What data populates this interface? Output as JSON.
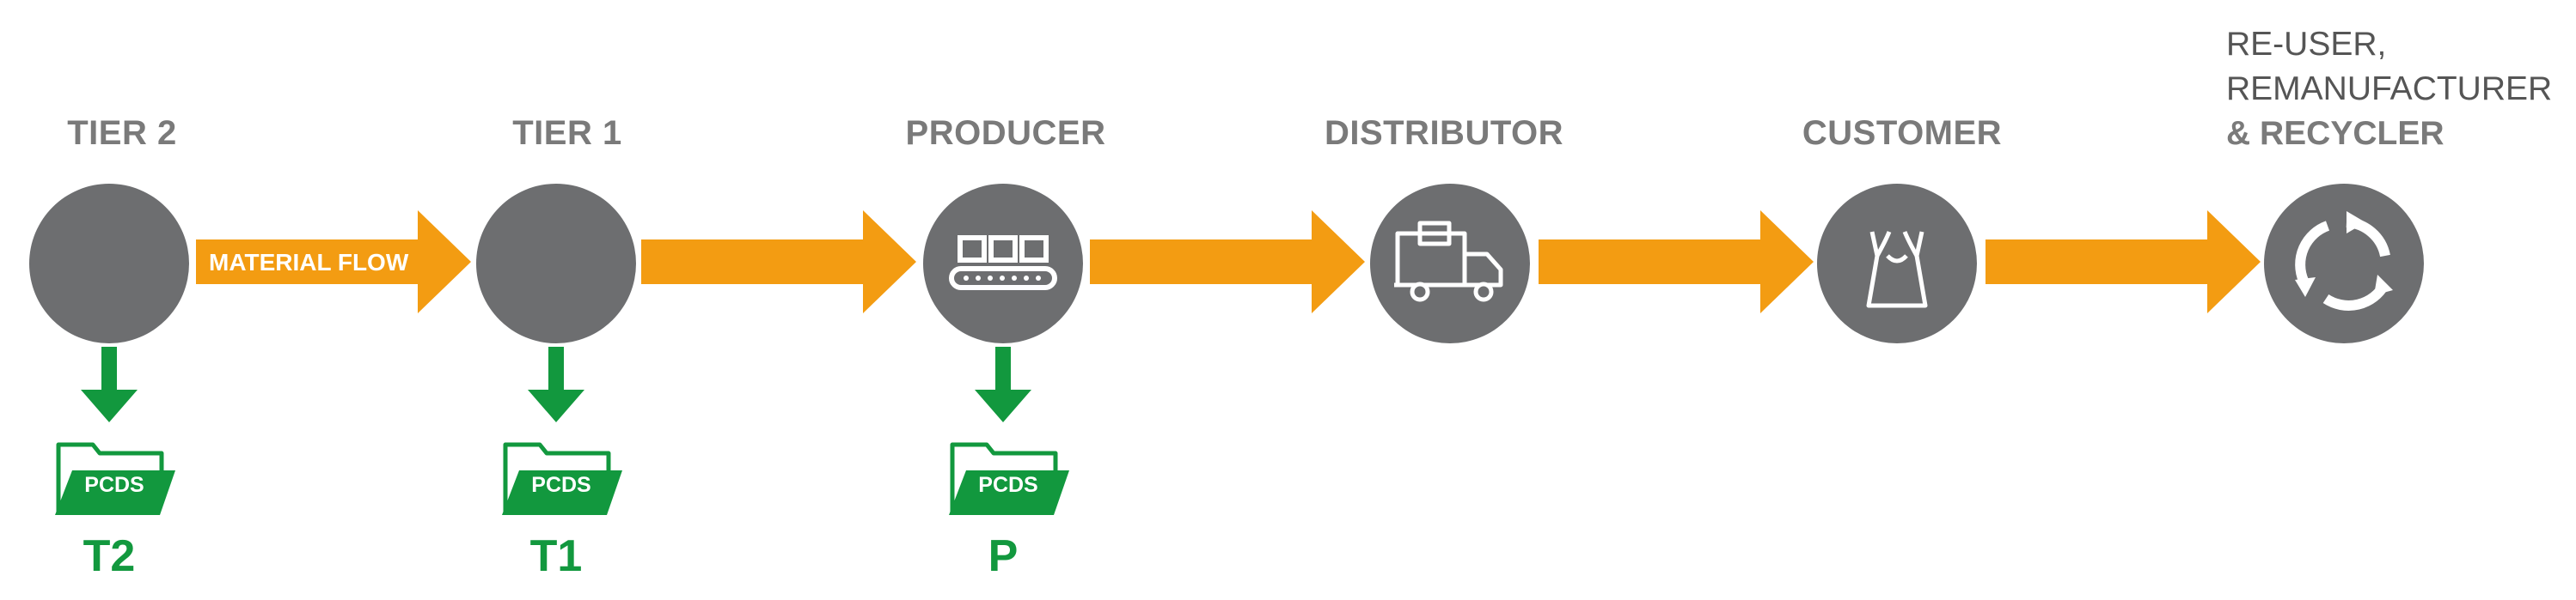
{
  "stages": [
    {
      "label": "TIER 2"
    },
    {
      "label": "TIER 1"
    },
    {
      "label": "PRODUCER",
      "icon": "conveyor-icon"
    },
    {
      "label": "DISTRIBUTOR",
      "icon": "delivery-truck-icon"
    },
    {
      "label": "CUSTOMER",
      "icon": "shopping-bag-icon"
    },
    {
      "label_lines": [
        "RE-USER,",
        "REMANUFACTURER",
        "& RECYCLER"
      ],
      "icon": "recycle-icon"
    }
  ],
  "flow": {
    "label": "MATERIAL FLOW"
  },
  "documents": [
    {
      "folder_label": "PCDS",
      "code": "T2"
    },
    {
      "folder_label": "PCDS",
      "code": "T1"
    },
    {
      "folder_label": "PCDS",
      "code": "P"
    }
  ],
  "colors": {
    "arrow": "#f39c12",
    "circle": "#6d6e70",
    "green": "#12983e",
    "label": "#7a7a7a"
  }
}
